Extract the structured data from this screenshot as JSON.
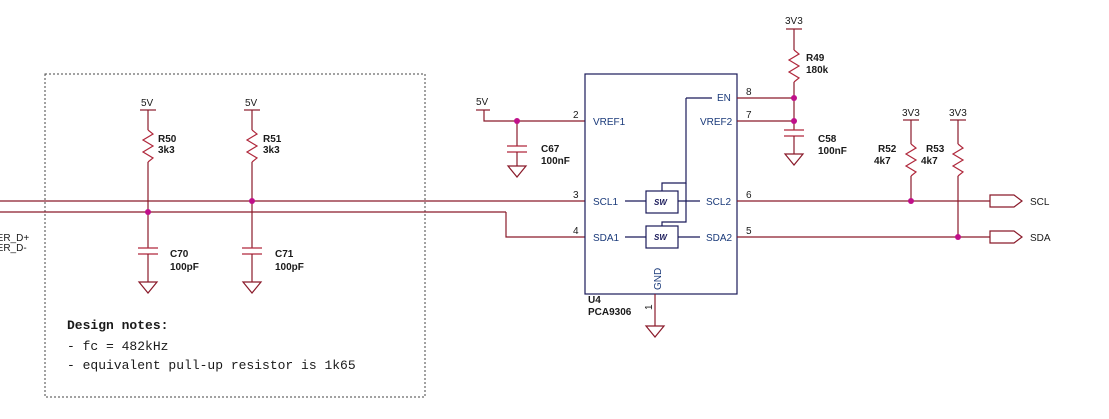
{
  "notes": {
    "title": "Design notes:",
    "lines": [
      "- fc = 482kHz",
      "- equivalent pull-up resistor is 1k65"
    ]
  },
  "components": {
    "r50": {
      "ref": "R50",
      "value": "3k3",
      "supply": "5V"
    },
    "r51": {
      "ref": "R51",
      "value": "3k3",
      "supply": "5V"
    },
    "c70": {
      "ref": "C70",
      "value": "100pF"
    },
    "c71": {
      "ref": "C71",
      "value": "100pF"
    },
    "c67": {
      "ref": "C67",
      "value": "100nF",
      "supply": "5V"
    },
    "c58": {
      "ref": "C58",
      "value": "100nF"
    },
    "r49": {
      "ref": "R49",
      "value": "180k",
      "supply": "3V3"
    },
    "r52": {
      "ref": "R52",
      "value": "4k7",
      "supply": "3V3"
    },
    "r53": {
      "ref": "R53",
      "value": "4k7",
      "supply": "3V3"
    }
  },
  "ic": {
    "ref": "U4",
    "part": "PCA9306",
    "pins": {
      "vref1": {
        "name": "VREF1",
        "num": "2"
      },
      "scl1": {
        "name": "SCL1",
        "num": "3"
      },
      "sda1": {
        "name": "SDA1",
        "num": "4"
      },
      "en": {
        "name": "EN",
        "num": "8"
      },
      "vref2": {
        "name": "VREF2",
        "num": "7"
      },
      "scl2": {
        "name": "SCL2",
        "num": "6"
      },
      "sda2": {
        "name": "SDA2",
        "num": "5"
      },
      "gnd": {
        "name": "GND",
        "num": "1"
      }
    },
    "switch_label": "SW"
  },
  "nets": {
    "left_top": "SER_D+",
    "left_bottom": "SER_D-",
    "scl": "SCL",
    "sda": "SDA"
  }
}
